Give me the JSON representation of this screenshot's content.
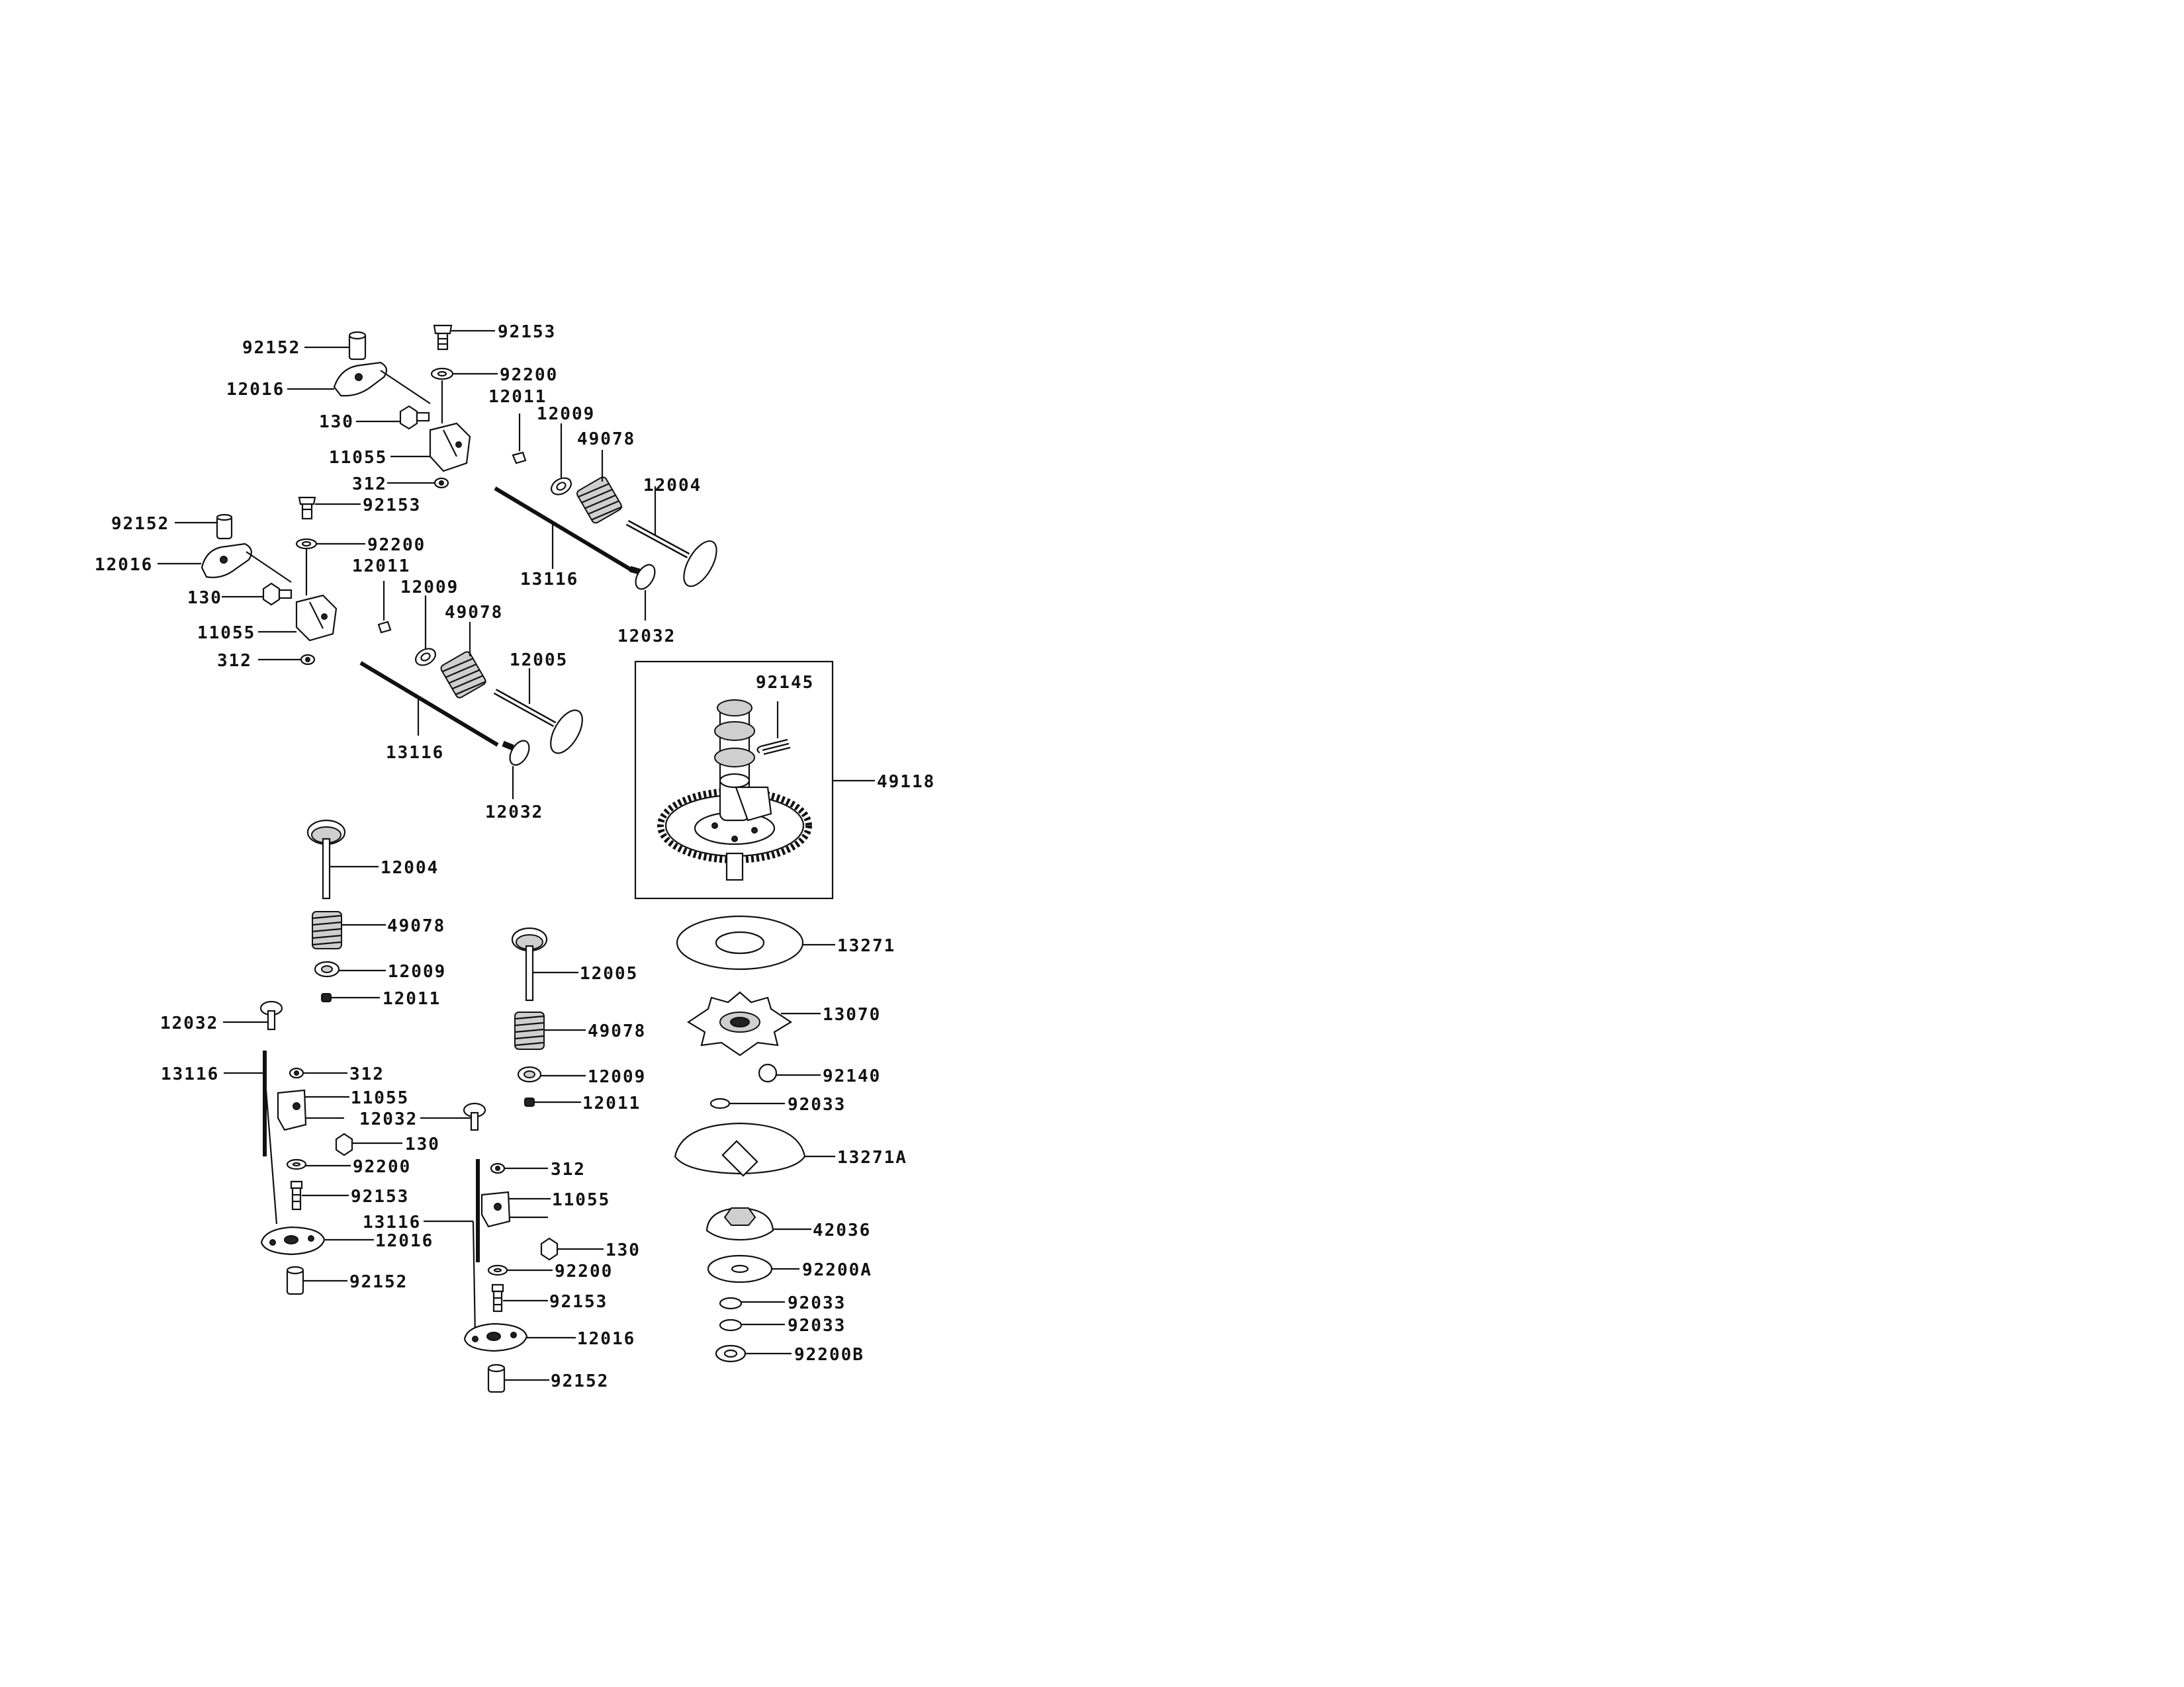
{
  "callouts": [
    "92152",
    "12016",
    "92153",
    "92200",
    "130",
    "12011",
    "11055",
    "12009",
    "49078",
    "312",
    "12004",
    "13116",
    "12032",
    "92152",
    "92153",
    "12016",
    "92200",
    "12011",
    "130",
    "12009",
    "11055",
    "49078",
    "312",
    "12005",
    "13116",
    "12032",
    "92145",
    "49118",
    "12004",
    "49078",
    "12009",
    "12011",
    "12032",
    "12005",
    "49078",
    "12009",
    "12011",
    "13271",
    "13070",
    "92140",
    "92033",
    "13271A",
    "42036",
    "92200A",
    "92033",
    "92033",
    "92200B",
    "13116",
    "312",
    "11055",
    "12032",
    "130",
    "92200",
    "92153",
    "12016",
    "92152",
    "312",
    "11055",
    "13116",
    "130",
    "92200",
    "92153",
    "12016",
    "92152"
  ]
}
